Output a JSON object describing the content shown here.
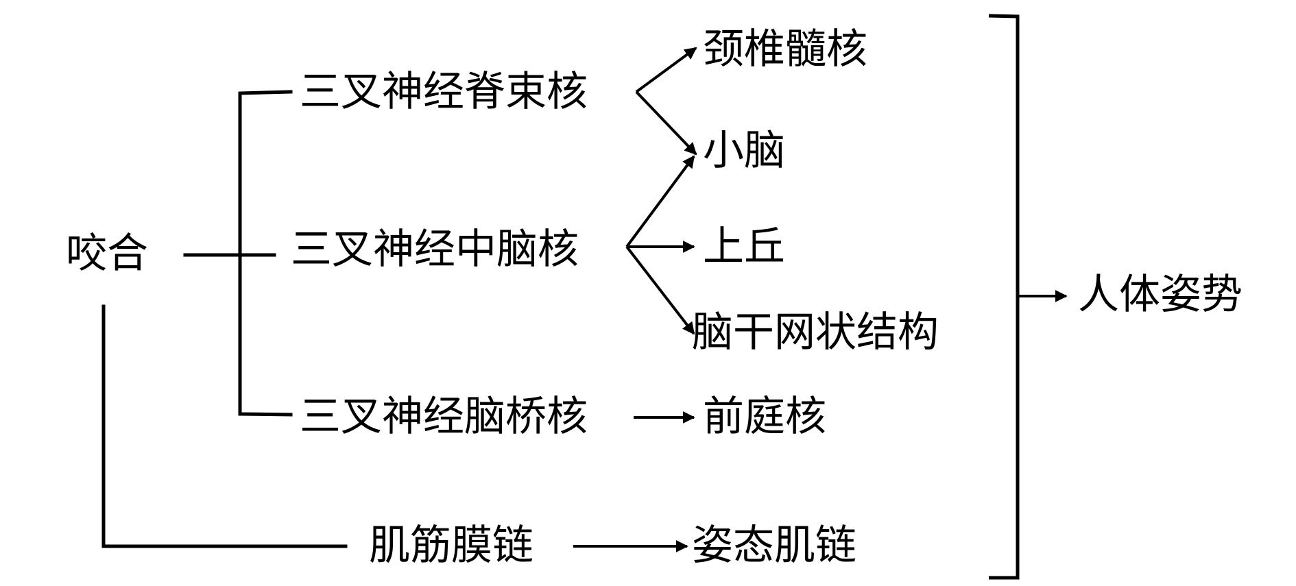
{
  "source": {
    "label": "咬合"
  },
  "nuclei": [
    {
      "label": "三叉神经脊束核"
    },
    {
      "label": "三叉神经中脑核"
    },
    {
      "label": "三叉神经脑桥核"
    }
  ],
  "fascia": {
    "label": "肌筋膜链"
  },
  "targets": [
    {
      "label": "颈椎髓核"
    },
    {
      "label": "小脑"
    },
    {
      "label": "上丘"
    },
    {
      "label": "脑干网状结构"
    },
    {
      "label": "前庭核"
    },
    {
      "label": "姿态肌链"
    }
  ],
  "result": {
    "label": "人体姿势"
  },
  "colors": {
    "ink": "#000000",
    "background": "#ffffff"
  }
}
